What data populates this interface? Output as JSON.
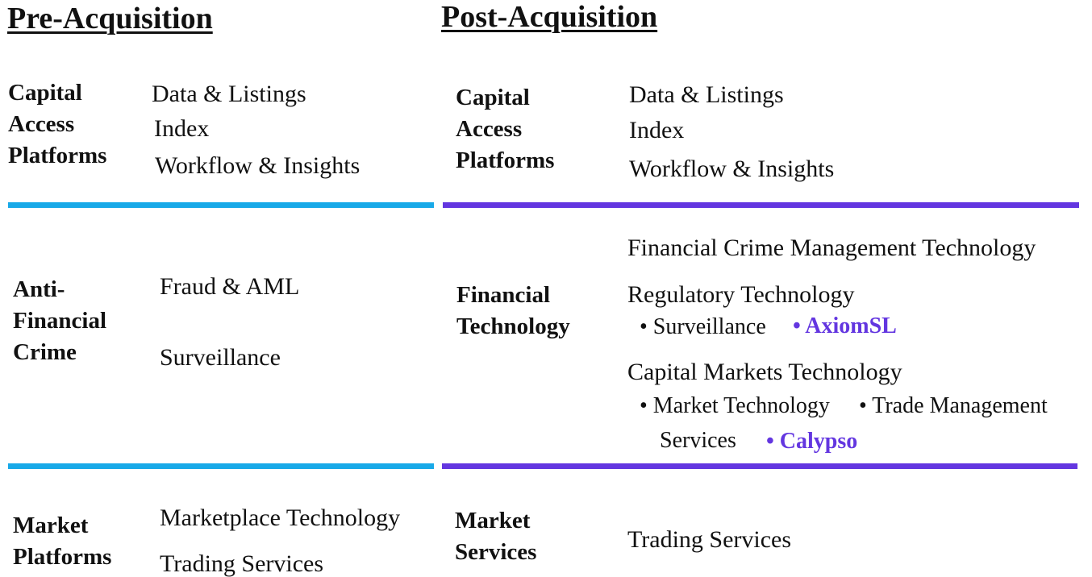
{
  "colors": {
    "pre": "#18A9E8",
    "post": "#6336E0",
    "text": "#111111"
  },
  "pre": {
    "heading": "Pre-Acquisition",
    "segments": [
      {
        "name": "Capital Access Platforms",
        "items": [
          "Data & Listings",
          "Index",
          "Workflow & Insights"
        ]
      },
      {
        "name": "Anti-Financial Crime",
        "items": [
          "Fraud & AML",
          "Surveillance"
        ]
      },
      {
        "name": "Market Platforms",
        "items": [
          "Marketplace Technology",
          "Trading Services"
        ]
      }
    ]
  },
  "post": {
    "heading": "Post-Acquisition",
    "segments": [
      {
        "name": "Capital Access Platforms",
        "items": [
          "Data & Listings",
          "Index",
          "Workflow & Insights"
        ]
      },
      {
        "name": "Financial Technology",
        "items": [
          "Financial Crime Management Technology",
          "Regulatory Technology",
          "Capital Markets Technology"
        ],
        "regtech_subs": [
          "• Surveillance",
          "• AxiomSL"
        ],
        "cmt_subs": [
          "• Market Technology",
          "• Trade Management",
          "Services",
          "• Calypso"
        ]
      },
      {
        "name": "Market Services",
        "items": [
          "Trading Services"
        ]
      }
    ]
  }
}
